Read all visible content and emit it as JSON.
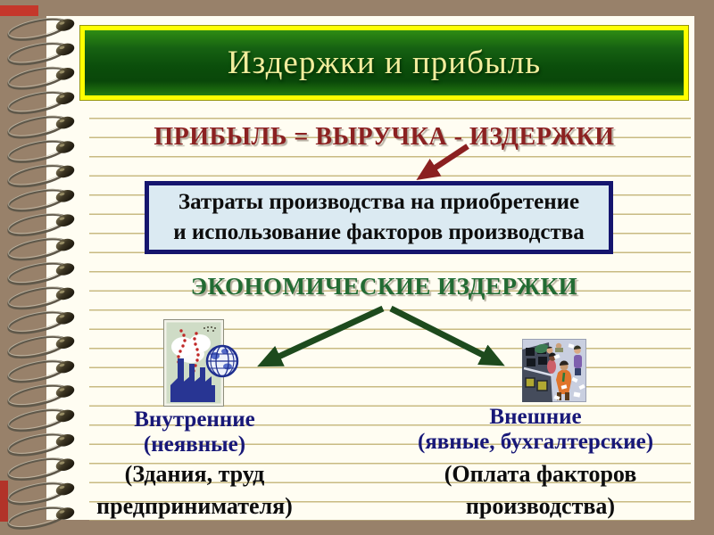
{
  "slide": {
    "banner": {
      "title": "Издержки и прибыль",
      "border_color": "#ffff00",
      "green_dark": "#0b4e0b",
      "green_light": "#2e8c13",
      "title_color": "#f1ed9c"
    },
    "formula": {
      "text": "ПРИБЫЛЬ = ВЫРУЧКА - ИЗДЕРЖКИ",
      "color": "#8b2121"
    },
    "definition_box": {
      "line1": "Затраты производства на приобретение",
      "line2": "и использование факторов производства",
      "bg_color": "#dbeaf2",
      "border_color": "#15156e"
    },
    "economic_heading": {
      "text": "ЭКОНОМИЧЕСКИЕ ИЗДЕРЖКИ",
      "color": "#226b33"
    },
    "branches": {
      "internal": {
        "title": "Внутренние",
        "subtitle": "(неявные)",
        "note_line1": "(Здания, труд",
        "note_line2": "предпринимателя)"
      },
      "external": {
        "title": "Внешние",
        "subtitle": "(явные, бухгалтерские)",
        "note_line1": "(Оплата факторов",
        "note_line2": "производства)"
      },
      "label_color": "#181878",
      "note_color": "#0d0d0d"
    },
    "arrows": {
      "red_arrow_color": "#8b2020",
      "green_arrow_color": "#1d4a1d"
    },
    "decor": {
      "background_brown": "#98816a",
      "paper_color": "#fffdf2",
      "rule_line_color": "#c8ba82",
      "red_frame_color": "#c5372b",
      "icons": {
        "spiral": "notebook-spiral-binding",
        "factory": "factory-pollution-globe-clipart",
        "workers": "workers-rush-clipart"
      }
    }
  }
}
